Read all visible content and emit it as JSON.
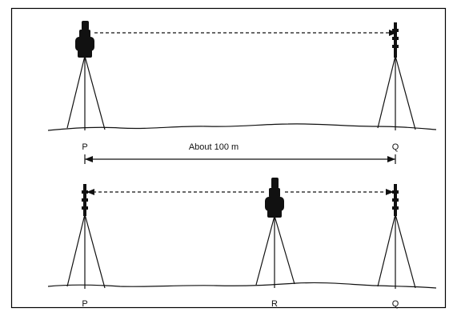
{
  "diagram": {
    "top_scene": {
      "label_left": "P",
      "label_right": "Q",
      "distance_label": "About 100 m"
    },
    "bottom_scene": {
      "label_left": "P",
      "label_middle": "R",
      "label_right": "Q"
    }
  },
  "colors": {
    "ink": "#111111",
    "frame": "#000000",
    "background": "#ffffff"
  }
}
